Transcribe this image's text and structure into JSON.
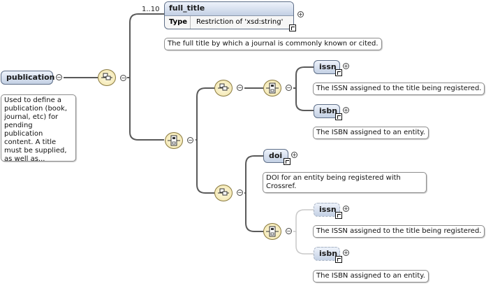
{
  "publication": {
    "label": "publication",
    "annotation": "Used to define a publication (book, journal, etc) for pending publication content. A title must be supplied, as well as..."
  },
  "full_title": {
    "label": "full_title",
    "cardinality": "1..10",
    "type_key": "Type",
    "type_value": "Restriction of 'xsd:string'",
    "annotation": "The full title by which a journal is commonly known or cited."
  },
  "branch1": {
    "issn": {
      "label": "issn",
      "annotation": "The ISSN assigned to the title being registered."
    },
    "isbn": {
      "label": "isbn",
      "annotation": "The ISBN assigned to an entity."
    }
  },
  "doi": {
    "label": "doi",
    "annotation": "DOI for an entity being registered with Crossref."
  },
  "branch2": {
    "issn": {
      "label": "issn",
      "annotation": "The ISSN assigned to the title being registered."
    },
    "isbn": {
      "label": "isbn",
      "annotation": "The ISBN assigned to an entity."
    }
  },
  "symbols": {
    "plus": "+",
    "minus": "−"
  },
  "colors": {
    "element_fill": "#c3d0e4",
    "compositor_fill": "#f0e2a6",
    "line": "#555555"
  }
}
